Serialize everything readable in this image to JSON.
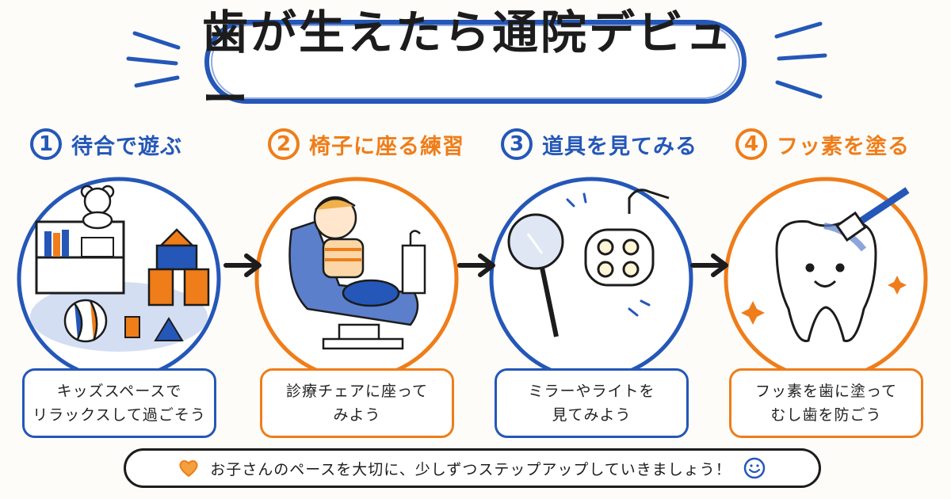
{
  "title": "歯が生えたら通院デビュー",
  "steps": [
    {
      "number": "1",
      "title": "待合で遊ぶ",
      "caption_line1": "キッズスペースで",
      "caption_line2": "リラックスして過ごそう",
      "color": "#2457b8",
      "illustration": "kids-play-space"
    },
    {
      "number": "2",
      "title": "椅子に座る練習",
      "caption_line1": "診療チェアに座って",
      "caption_line2": "みよう",
      "color": "#ef7d1a",
      "illustration": "child-in-dental-chair"
    },
    {
      "number": "3",
      "title": "道具を見てみる",
      "caption_line1": "ミラーやライトを",
      "caption_line2": "見てみよう",
      "color": "#2457b8",
      "illustration": "dental-mirror-and-light"
    },
    {
      "number": "4",
      "title": "フッ素を塗る",
      "caption_line1": "フッ素を歯に塗って",
      "caption_line2": "むし歯を防ごう",
      "color": "#ef7d1a",
      "illustration": "tooth-with-brush"
    }
  ],
  "footer": {
    "text": "お子さんのペースを大切に、少しずつステップアップしていきましょう！",
    "left_icon": "heart-icon",
    "right_icon": "smiley-icon"
  },
  "colors": {
    "blue": "#2457b8",
    "orange": "#ef7d1a",
    "ink": "#1c1c1c",
    "background": "#fdfcf8"
  }
}
